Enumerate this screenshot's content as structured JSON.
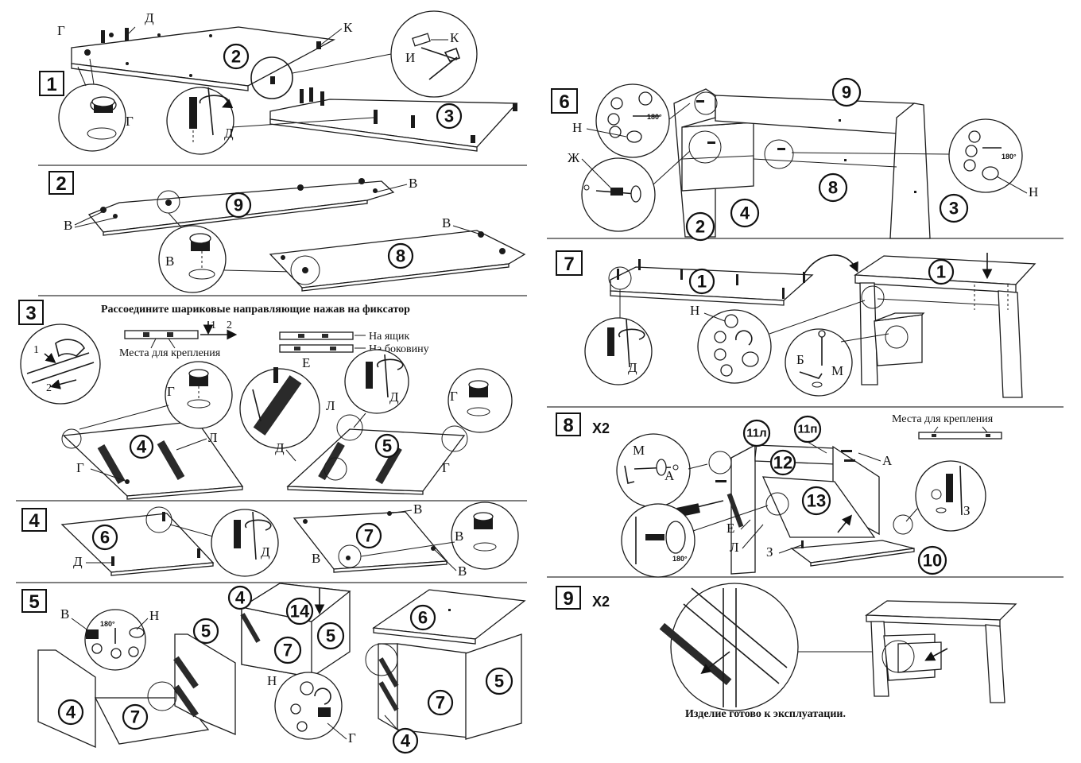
{
  "steps": [
    {
      "number": "1"
    },
    {
      "number": "2"
    },
    {
      "number": "3"
    },
    {
      "number": "4"
    },
    {
      "number": "5"
    },
    {
      "number": "6"
    },
    {
      "number": "7"
    },
    {
      "number": "8",
      "multiplier": "X2"
    },
    {
      "number": "9",
      "multiplier": "X2"
    }
  ],
  "notes": {
    "release_rails": "Рассоедините шариковые направляющие нажав на фиксатор",
    "mount_places": "Места для крепления",
    "to_drawer": "На ящик",
    "to_side": "На боковину",
    "mount_places_8": "Места для крепления",
    "ready": "Изделие готово к эксплуатации."
  },
  "sub_labels": {
    "rail_step1": "1",
    "rail_step2": "2"
  },
  "angle": "180°",
  "parts": {
    "p1": "1",
    "p2": "2",
    "p3": "3",
    "p4": "4",
    "p5": "5",
    "p6": "6",
    "p7": "7",
    "p8": "8",
    "p9": "9",
    "p10": "10",
    "p11l": "11л",
    "p11p": "11п",
    "p12": "12",
    "p13": "13",
    "p14": "14"
  },
  "fasteners": {
    "A": "А",
    "B": "Б",
    "V": "В",
    "G": "Г",
    "D": "Д",
    "E": "Е",
    "Zh": "Ж",
    "Z": "З",
    "I": "И",
    "K": "К",
    "L": "Л",
    "M": "М",
    "N": "Н"
  }
}
